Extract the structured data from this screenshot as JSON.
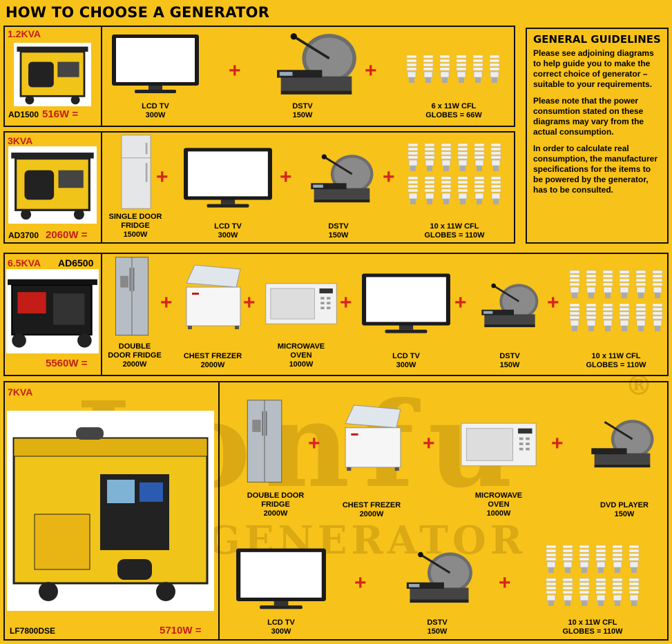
{
  "title": "HOW TO CHOOSE A GENERATOR",
  "plus_symbol": "+",
  "watermark": {
    "brand": "Lonfu",
    "sub": "GENERATOR",
    "registered": "®"
  },
  "guidelines": {
    "heading": "GENERAL GUIDELINES",
    "paragraphs": [
      "Please see adjoining diagrams to help guide you to make the correct choice of generator – suitable to your requirements.",
      "Please note that the power consumtion stated on these diagrams may vary from the actual consumption.",
      "In order to calculate real consumption, the manufacturer specifications for the items to be powered by the generator, has to be consulted."
    ]
  },
  "sections": [
    {
      "kva": "1.2KVA",
      "model": "AD1500",
      "total": "516W =",
      "items": [
        {
          "icon": "lcd-tv-icon",
          "name": "LCD TV",
          "watts": "300W"
        },
        {
          "icon": "dstv-icon",
          "name": "DSTV",
          "watts": "150W"
        },
        {
          "icon": "cfl-globes-icon",
          "name": "6 x 11W CFL",
          "watts": "GLOBES = 66W"
        }
      ]
    },
    {
      "kva": "3KVA",
      "model": "AD3700",
      "total": "2060W =",
      "items": [
        {
          "icon": "fridge-icon",
          "name": "SINGLE DOOR",
          "name2": "FRIDGE",
          "watts": "1500W"
        },
        {
          "icon": "lcd-tv-icon",
          "name": "LCD TV",
          "watts": "300W"
        },
        {
          "icon": "dstv-icon",
          "name": "DSTV",
          "watts": "150W"
        },
        {
          "icon": "cfl-globes-icon",
          "name": "10 x 11W CFL",
          "watts": "GLOBES = 110W"
        }
      ]
    },
    {
      "kva": "6.5KVA",
      "model": "AD6500",
      "total": "5560W =",
      "items": [
        {
          "icon": "double-fridge-icon",
          "name": "DOUBLE",
          "name2": "DOOR FRIDGE",
          "watts": "2000W"
        },
        {
          "icon": "chest-freezer-icon",
          "name": "CHEST FREZER",
          "watts": "2000W"
        },
        {
          "icon": "microwave-icon",
          "name": "MICROWAVE",
          "name2": "OVEN",
          "watts": "1000W"
        },
        {
          "icon": "lcd-tv-icon",
          "name": "LCD TV",
          "watts": "300W"
        },
        {
          "icon": "dstv-icon",
          "name": "DSTV",
          "watts": "150W"
        },
        {
          "icon": "cfl-globes-icon",
          "name": "10 x 11W CFL",
          "watts": "GLOBES = 110W"
        }
      ]
    },
    {
      "kva": "7KVA",
      "model": "LF7800DSE",
      "total": "5710W =",
      "items": [
        {
          "icon": "double-fridge-icon",
          "name": "DOUBLE DOOR",
          "name2": "FRIDGE",
          "watts": "2000W"
        },
        {
          "icon": "chest-freezer-icon",
          "name": "CHEST FREZER",
          "watts": "2000W"
        },
        {
          "icon": "microwave-icon",
          "name": "MICROWAVE",
          "name2": "OVEN",
          "watts": "1000W"
        },
        {
          "icon": "dvd-player-icon",
          "name": "DVD PLAYER",
          "watts": "150W"
        },
        {
          "icon": "lcd-tv-icon",
          "name": "LCD TV",
          "watts": "300W"
        },
        {
          "icon": "dstv-icon",
          "name": "DSTV",
          "watts": "150W"
        },
        {
          "icon": "cfl-globes-icon",
          "name": "10 x 11W CFL",
          "watts": "GLOBES = 110W"
        }
      ]
    }
  ]
}
